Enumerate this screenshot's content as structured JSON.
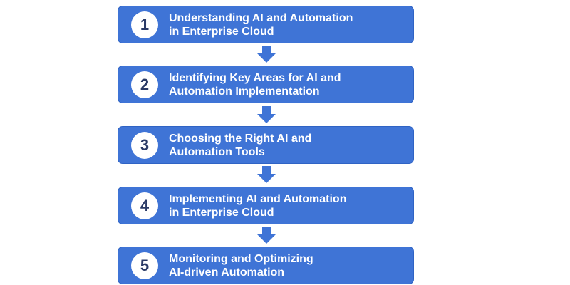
{
  "colors": {
    "box_fill": "#3f74d6",
    "box_border": "#2f63c4",
    "arrow_fill": "#3f74d6",
    "badge_fill": "#ffffff",
    "badge_text": "#2a3a66",
    "label_text": "#ffffff"
  },
  "steps": [
    {
      "number": "1",
      "label": "Understanding AI and Automation\nin Enterprise Cloud"
    },
    {
      "number": "2",
      "label": "Identifying Key Areas for AI and\nAutomation Implementation"
    },
    {
      "number": "3",
      "label": "Choosing the Right AI and\nAutomation Tools"
    },
    {
      "number": "4",
      "label": "Implementing AI and Automation\nin Enterprise Cloud"
    },
    {
      "number": "5",
      "label": "Monitoring and Optimizing\nAI-driven Automation"
    }
  ]
}
